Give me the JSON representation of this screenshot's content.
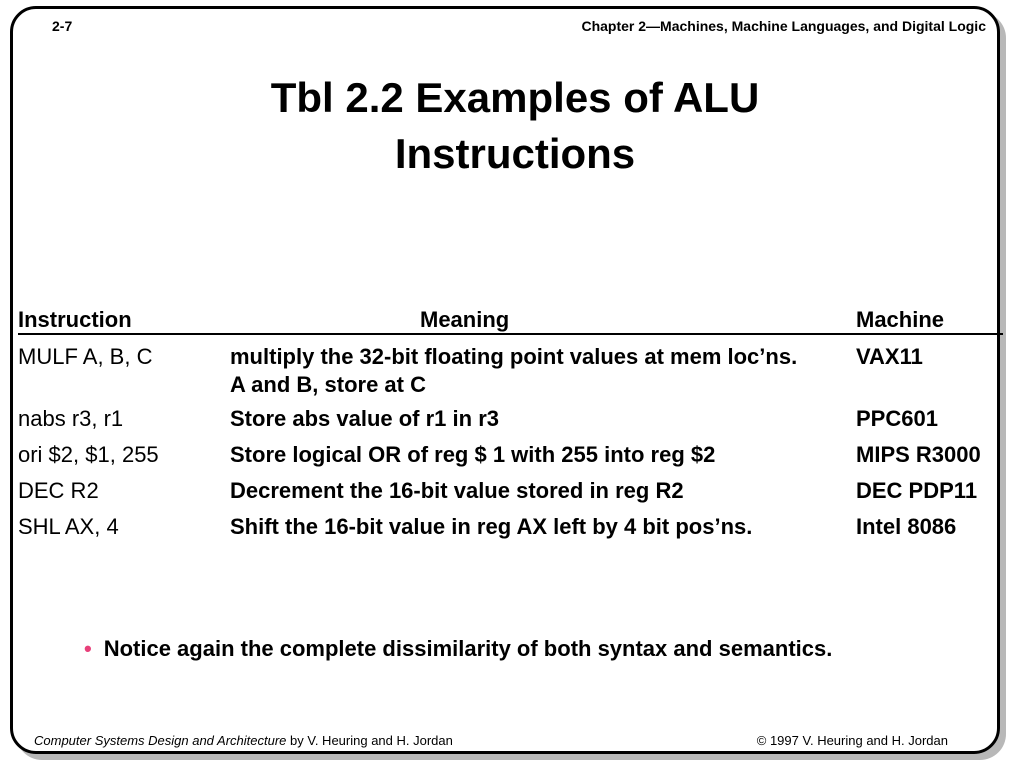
{
  "header": {
    "page_number": "2-7",
    "chapter": "Chapter 2—Machines, Machine Languages, and Digital Logic"
  },
  "title": {
    "line1": "Tbl 2.2  Examples of ALU",
    "line2": "Instructions"
  },
  "table": {
    "columns": [
      "Instruction",
      "Meaning",
      "Machine"
    ],
    "rows": [
      {
        "instruction": "MULF A, B, C",
        "meaning": "multiply the 32-bit floating point values at mem loc’ns. A and B, store at C",
        "machine": "VAX11"
      },
      {
        "instruction": "nabs r3, r1",
        "meaning": "Store abs value of r1 in r3",
        "machine": "PPC601"
      },
      {
        "instruction": "ori $2, $1, 255",
        "meaning": "Store logical OR of reg $ 1 with 255 into reg $2",
        "machine": "MIPS R3000"
      },
      {
        "instruction": "DEC R2",
        "meaning": "Decrement the 16-bit value stored in reg R2",
        "machine": "DEC PDP11"
      },
      {
        "instruction": "SHL AX, 4",
        "meaning": "Shift the 16-bit value in reg AX left by 4 bit pos’ns.",
        "machine": "Intel 8086"
      }
    ]
  },
  "bullet": {
    "symbol": "•",
    "text": "Notice again the complete dissimilarity of both syntax and semantics."
  },
  "footer": {
    "book_title": "Computer Systems Design and Architecture",
    "authors": " by V. Heuring and H. Jordan",
    "copyright": "© 1997 V. Heuring and H. Jordan"
  }
}
